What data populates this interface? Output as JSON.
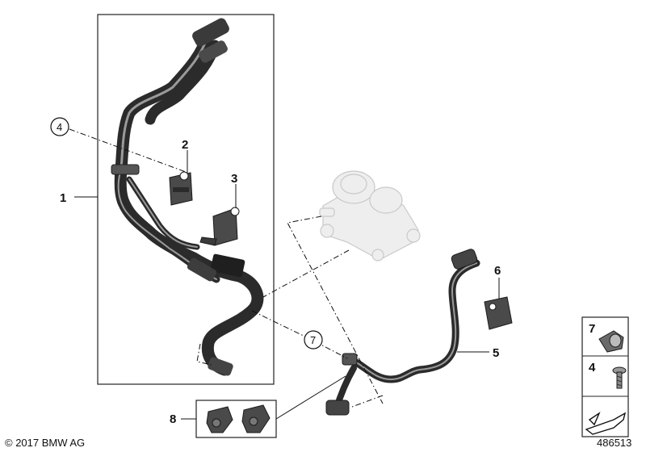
{
  "callouts": {
    "c1": "1",
    "c2": "2",
    "c3": "3",
    "c4": "4",
    "c5": "5",
    "c6": "6",
    "c7": "7",
    "c8": "8"
  },
  "legend": {
    "item7": "7",
    "item4": "4"
  },
  "footer": {
    "copyright": "© 2017 BMW AG",
    "diagram_number": "486513"
  }
}
